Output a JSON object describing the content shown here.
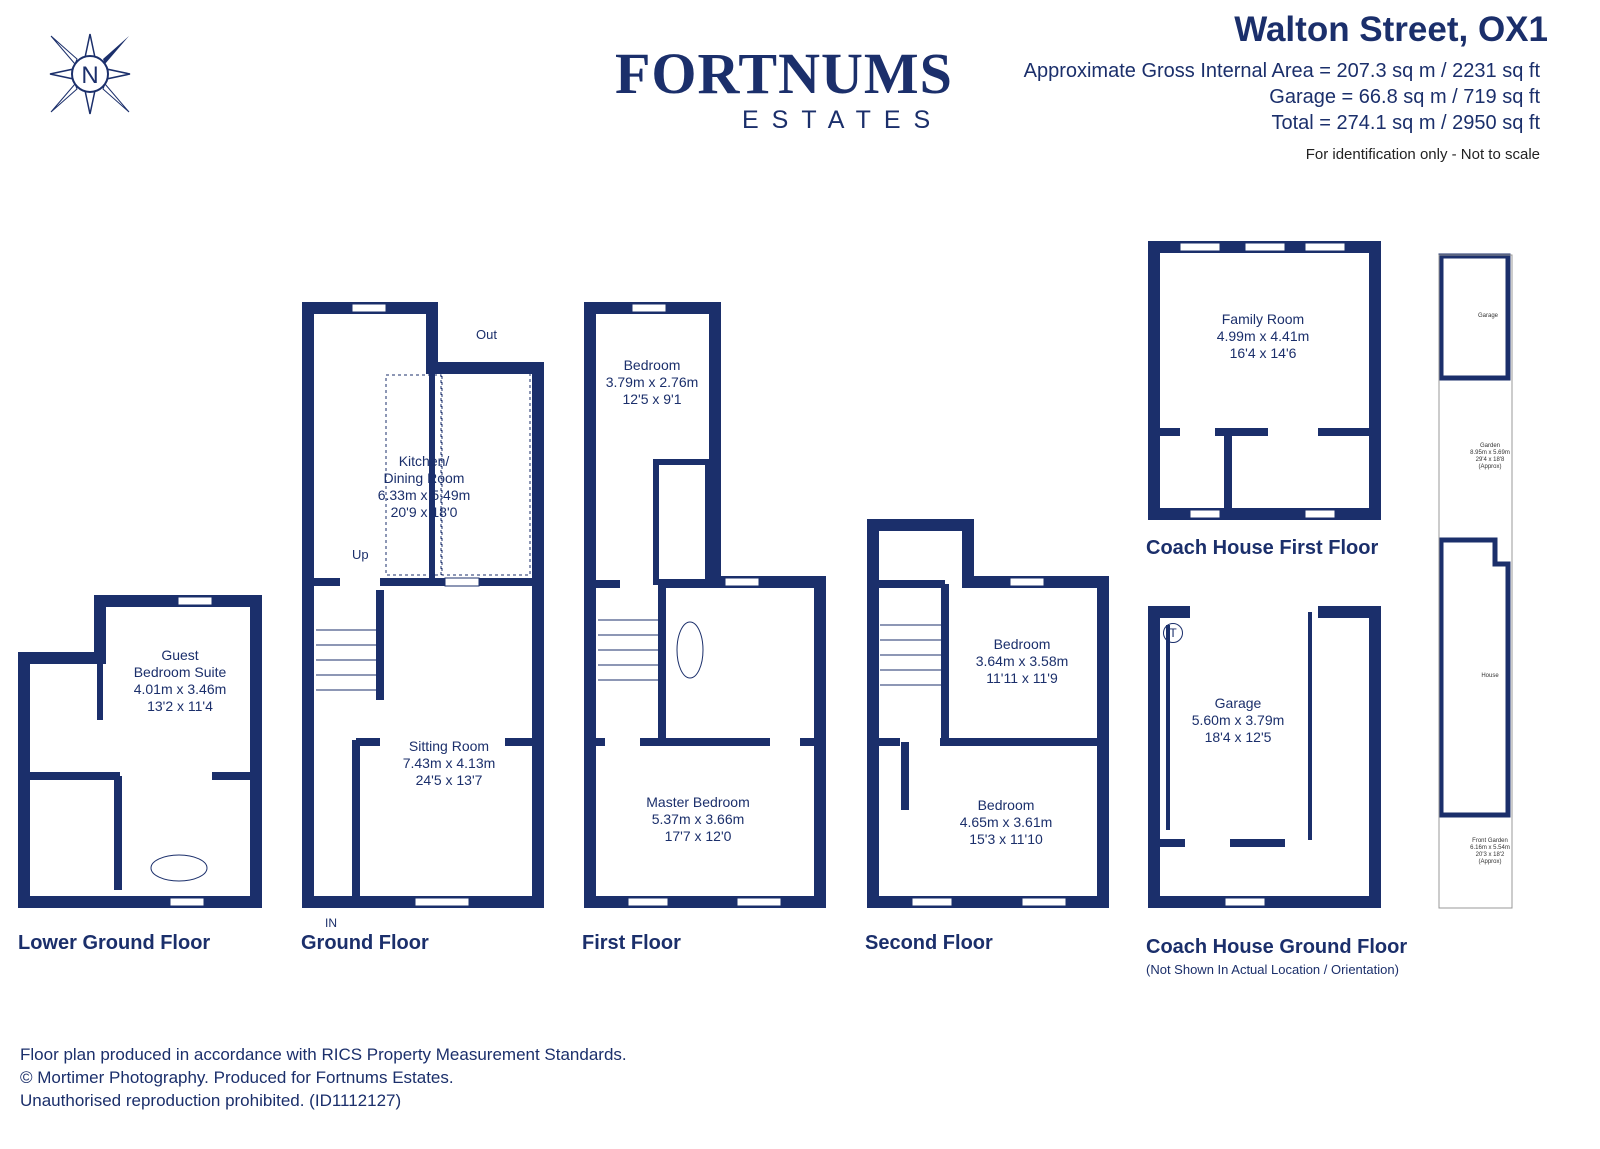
{
  "header": {
    "title": "Walton Street, OX1",
    "areas": [
      "Approximate Gross Internal Area = 207.3 sq m / 2231 sq ft",
      "Garage = 66.8 sq m / 719 sq ft",
      "Total = 274.1 sq m / 2950 sq ft"
    ],
    "note": "For identification only - Not to scale"
  },
  "logo": {
    "line1": "FORTNUMS",
    "line2": "ESTATES"
  },
  "compass": {
    "letter": "N"
  },
  "floors": {
    "lower_ground": {
      "label": "Lower Ground Floor",
      "rooms": [
        {
          "name": "Guest",
          "name2": "Bedroom Suite",
          "metric": "4.01m x 3.46m",
          "imperial": "13'2 x 11'4"
        }
      ]
    },
    "ground": {
      "label": "Ground Floor",
      "markers": {
        "out": "Out",
        "up": "Up",
        "in": "IN"
      },
      "rooms": [
        {
          "name": "Kitchen/",
          "name2": "Dining Room",
          "metric": "6.33m x 5.49m",
          "imperial": "20'9 x 18'0"
        },
        {
          "name": "Sitting Room",
          "metric": "7.43m x 4.13m",
          "imperial": "24'5 x 13'7"
        }
      ]
    },
    "first": {
      "label": "First Floor",
      "rooms": [
        {
          "name": "Bedroom",
          "metric": "3.79m x 2.76m",
          "imperial": "12'5 x 9'1"
        },
        {
          "name": "Master Bedroom",
          "metric": "5.37m x 3.66m",
          "imperial": "17'7 x 12'0"
        }
      ]
    },
    "second": {
      "label": "Second Floor",
      "rooms": [
        {
          "name": "Bedroom",
          "metric": "3.64m x 3.58m",
          "imperial": "11'11 x 11'9"
        },
        {
          "name": "Bedroom",
          "metric": "4.65m x 3.61m",
          "imperial": "15'3 x 11'10"
        }
      ]
    },
    "coach_first": {
      "label": "Coach House First Floor",
      "rooms": [
        {
          "name": "Family Room",
          "metric": "4.99m x 4.41m",
          "imperial": "16'4 x 14'6"
        }
      ]
    },
    "coach_ground": {
      "label": "Coach House Ground Floor",
      "sublabel": "(Not Shown In Actual Location / Orientation)",
      "marker": "T",
      "rooms": [
        {
          "name": "Garage",
          "metric": "5.60m x 3.79m",
          "imperial": "18'4 x 12'5"
        }
      ]
    }
  },
  "site_plan": {
    "garage": "Garage",
    "garden": {
      "name": "Garden",
      "metric": "8.95m x 5.69m",
      "imperial": "29'4 x 18'8",
      "note": "(Approx)"
    },
    "house": "House",
    "front_garden": {
      "name": "Front Garden",
      "metric": "6.16m x 5.54m",
      "imperial": "20'3 x 18'2",
      "note": "(Approx)"
    }
  },
  "footer": [
    "Floor plan produced in accordance with RICS Property Measurement Standards.",
    "© Mortimer Photography. Produced for Fortnums Estates.",
    "Unauthorised reproduction prohibited. (ID1112127)"
  ],
  "colors": {
    "wall": "#1b2f6b",
    "text": "#1b2f6b"
  }
}
